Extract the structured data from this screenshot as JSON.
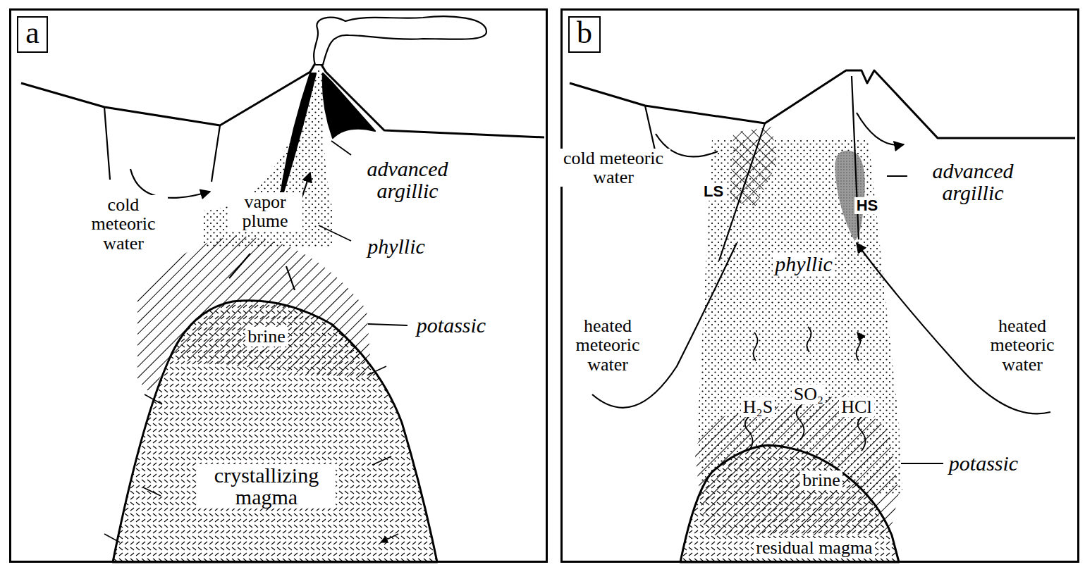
{
  "diagram": {
    "nodes": [
      {
        "text": [
          "a"
        ]
      },
      {
        "text": [
          "b"
        ]
      }
    ],
    "labels": [
      "cold meteoric water",
      "vapor plume",
      "advanced argillic",
      "phyllic",
      "potassic",
      "brine",
      "crystallizing magma",
      "cold meteoric water",
      "LS",
      "HS",
      "advanced argillic",
      "phyllic",
      "heated meteoric water",
      "H₂S",
      "SO₂",
      "HCl",
      "heated meteoric water",
      "potassic",
      "brine",
      "residual magma"
    ]
  }
}
